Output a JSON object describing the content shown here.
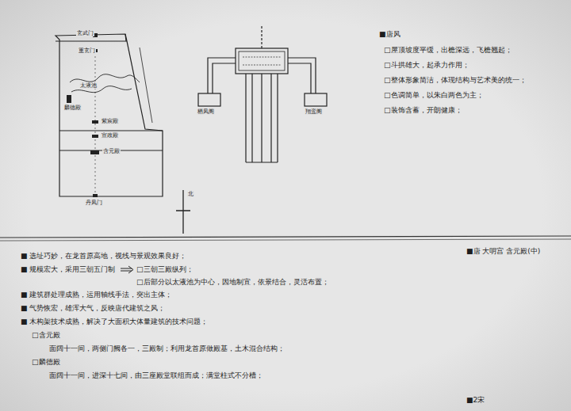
{
  "diagram": {
    "labels": [
      "玄武门",
      "重玄门",
      "太液池",
      "麟德殿",
      "紫宸殿",
      "宣政殿",
      "含元殿",
      "丹凤门",
      "北",
      "栖凤阁",
      "翔鸾阁",
      "■唐风",
      "□屋顶坡度平缓，出檐深远，飞檐翘起；",
      "□斗拱雄大，起承力作用；",
      "□整体形象简洁，体现结构与艺术美的统一；",
      "□色调简单，以朱白两色为主；",
      "□装饰含蓄，开朗健康；",
      "■唐 大明宫 含元殿(中)",
      "■ 选址巧妙，在龙首原高地，视线与景观效果良好；",
      "■ 规模宏大，采用三朝五门制",
      "□三朝三殿纵列；",
      "□后部分以太液池为中心，因地制宜，依景结合，灵活布置；",
      "■ 建筑群处理成熟，运用轴线手法，突出主体；",
      "■ 气势恢宏，雄浑大气，反映唐代建筑之风；",
      "■ 木构架技术成熟，解决了大面积大体量建筑的技术问题；",
      "□含元殿",
      "面阔十一间，两侧门阙各一，三殿制；利用龙首原做殿基，土木混合结构；",
      "□麟德殿",
      "面阔十一间，进深十七间，由三座殿堂联组而成；满堂柱式不分槽；",
      "■2宋"
    ]
  }
}
